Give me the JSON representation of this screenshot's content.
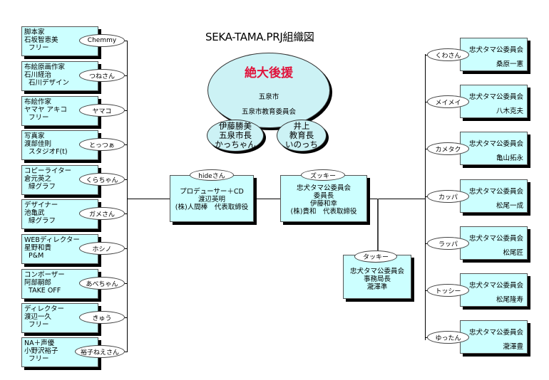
{
  "title": "SEKA-TAMA.PRJ組織図",
  "colors": {
    "box_fill": "#ccffff",
    "ellipse_fill": "#ccf2f5",
    "accent_red": "#e0143c",
    "shadow": "#000000"
  },
  "support": {
    "heading": "絶大後援",
    "line1": "五泉市",
    "line2": "五泉市教育委員会",
    "mayor": {
      "l1": "伊藤勝美",
      "l2": "五泉市長",
      "l3": "かっちゃん"
    },
    "superintendent": {
      "l1": "井上",
      "l2": "教育長",
      "l3": "いのっち"
    }
  },
  "left_members": [
    {
      "role": "脚本家",
      "name": "石坂智恵美",
      "org": "フリー",
      "nickname": "Chemmy"
    },
    {
      "role": "布絵原画作家",
      "name": "石川経治",
      "org": "石川デザイン",
      "nickname": "つねさん"
    },
    {
      "role": "布絵作家",
      "name": "ヤマヤ アキコ",
      "org": "フリー",
      "nickname": "ヤマコ"
    },
    {
      "role": "写真家",
      "name": "渡部佳則",
      "org": "スタジオF(t)",
      "nickname": "とっつぁ"
    },
    {
      "role": "コピーライター",
      "name": "倉元英之",
      "org": "緑グラフ",
      "nickname": "くらちゃん"
    },
    {
      "role": "デザイナー",
      "name": "池亀武",
      "org": "緑グラフ",
      "nickname": "ガメさん"
    },
    {
      "role": "WEBディレクター",
      "name": "星野和貴",
      "org": "P&M",
      "nickname": "ホシノ"
    },
    {
      "role": "コンポーザー",
      "name": "阿部嗣郎",
      "org": "TAKE OFF",
      "nickname": "あべちゃん"
    },
    {
      "role": "ディレクター",
      "name": "渡辺一久",
      "org": "フリー",
      "nickname": "きゅう"
    },
    {
      "role": "NA＋声優",
      "name": "小野沢裕子",
      "org": "フリー",
      "nickname": "裕子ねえさん"
    }
  ],
  "producer": {
    "nickname": "hideさん",
    "l1": "プロデューサー＋CD",
    "l2": "渡辺英明",
    "l3": "(株)人間棒　代表取締役"
  },
  "chair": {
    "nickname": "ズッキー",
    "l1": "忠犬タマ公委員会",
    "l2": "委員長",
    "l3": "伊藤和幸",
    "l4": "(株)貴和　代表取締役"
  },
  "secretary": {
    "nickname": "タッキー",
    "l1": "忠犬タマ公委員会",
    "l2": "事務局長",
    "l3": "瀧澤準"
  },
  "right_members": [
    {
      "org": "忠犬タマ公委員会",
      "name": "桑原一憲",
      "nickname": "くわさん"
    },
    {
      "org": "忠犬タマ公委員会",
      "name": "八木克夫",
      "nickname": "メイメイ"
    },
    {
      "org": "忠犬タマ公委員会",
      "name": "亀山拓永",
      "nickname": "カメタク"
    },
    {
      "org": "忠犬タマ公委員会",
      "name": "松尾一成",
      "nickname": "カッパ"
    },
    {
      "org": "忠犬タマ公委員会",
      "name": "松尾匠",
      "nickname": "ラッパ"
    },
    {
      "org": "忠犬タマ公委員会",
      "name": "松尾隆寿",
      "nickname": "トッシー"
    },
    {
      "org": "忠犬タマ公委員会",
      "name": "瀧澤豊",
      "nickname": "ゆったん"
    }
  ]
}
